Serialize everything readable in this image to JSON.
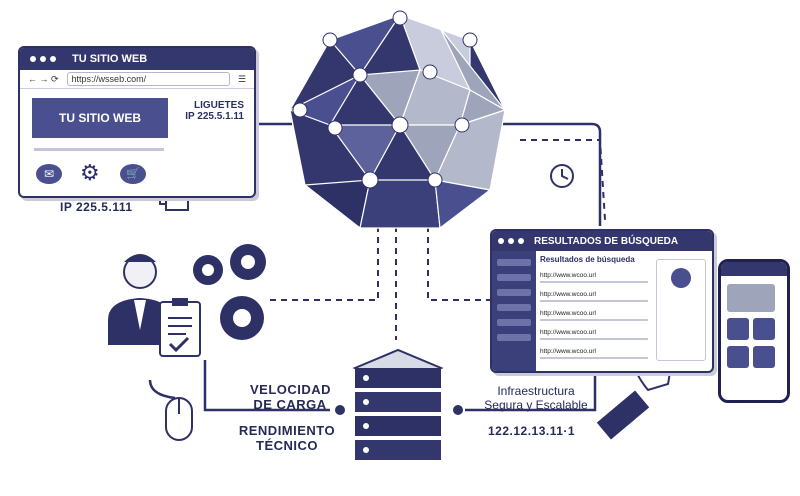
{
  "website": {
    "title": "TU SITIO WEB",
    "url": "https://wsseb.com/",
    "hero_label": "TU SITIO WEB",
    "side_label_1": "LIGUETES",
    "side_label_2": "IP 225.5.1.11",
    "ip_footer": "IP 225.5.111"
  },
  "search_results": {
    "title": "RESULTADOS DE BÚSQUEDA",
    "subtitle": "Resultados de búsqueda",
    "results": [
      "http://www.wcoo.url",
      "http://www.wcoo.url",
      "http://www.wcoo.url",
      "http://www.wcoo.url",
      "http://www.wcoo.url"
    ]
  },
  "labels": {
    "speed_1": "VELOCIDAD",
    "speed_2": "DE CARGA",
    "perf_1": "RENDIMIENTO",
    "perf_2": "TÉCNICO",
    "infra_1": "Infraestructura",
    "infra_2": "Segura y Escalable",
    "server_ip": "122.12.13.11·1"
  },
  "colors": {
    "navy": "#2e3166",
    "indigo": "#4a4f8f",
    "slate": "#9ea5ba",
    "light": "#d7dbe6"
  }
}
